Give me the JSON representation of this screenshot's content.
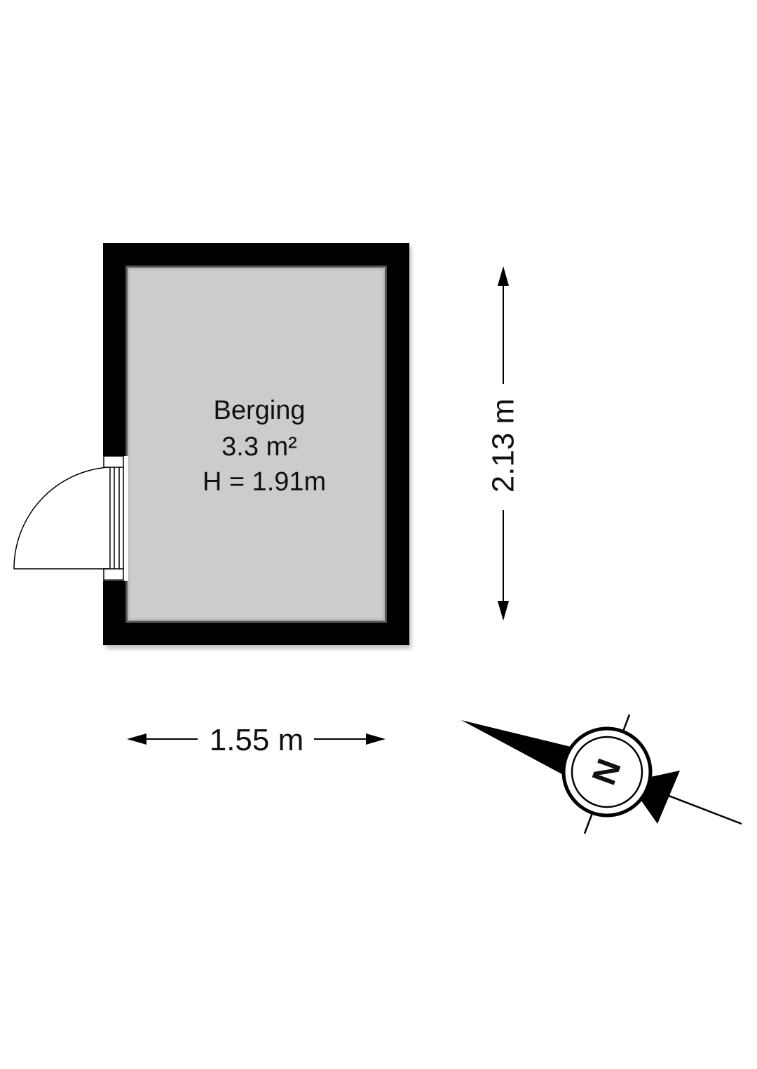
{
  "room": {
    "name": "Berging",
    "area": "3.3 m²",
    "height": "H = 1.91m"
  },
  "dimensions": {
    "width": "1.55 m",
    "depth": "2.13 m"
  },
  "compass": {
    "letter": "N"
  },
  "colors": {
    "wall": "#000000",
    "floor": "#cccccc",
    "background": "#ffffff",
    "line": "#000000"
  }
}
